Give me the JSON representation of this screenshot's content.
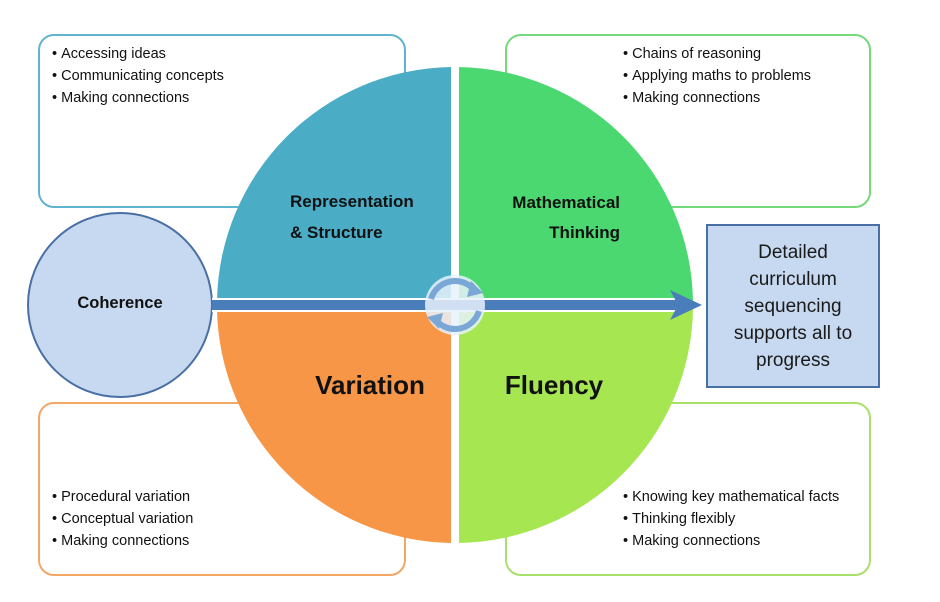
{
  "cards": {
    "representation": [
      "Accessing ideas",
      "Communicating concepts",
      "Making connections"
    ],
    "mathematical_thinking": [
      "Chains of reasoning",
      "Applying maths to problems",
      "Making connections"
    ],
    "variation": [
      "Procedural variation",
      "Conceptual variation",
      "Making connections"
    ],
    "fluency": [
      "Knowing key mathematical facts",
      "Thinking flexibly",
      "Making connections"
    ]
  },
  "quadrants": {
    "representation": {
      "line1": "Representation",
      "line2": "& Structure",
      "color": "#4bacc6"
    },
    "mathematical_thinking": {
      "line1": "Mathematical",
      "line2": "Thinking",
      "color": "#4cd870"
    },
    "variation": {
      "label": "Variation",
      "color": "#f79646"
    },
    "fluency": {
      "label": "Fluency",
      "color": "#a6e651"
    }
  },
  "coherence": {
    "label": "Coherence",
    "fill": "#c6d9f0",
    "stroke": "#4a6fa5"
  },
  "curriculum": {
    "text": "Detailed curriculum sequencing supports all to progress"
  },
  "arrow_color": "#4a7ebb",
  "cycle_icon": "cycle-arrows-icon"
}
